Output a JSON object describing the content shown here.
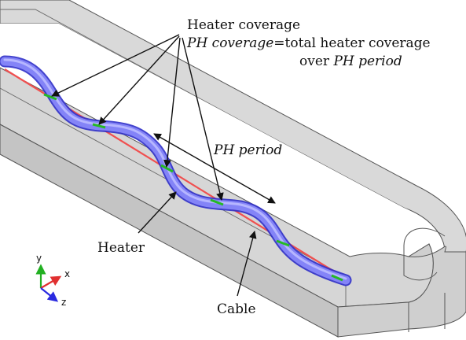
{
  "annotations": {
    "heater_coverage": "Heater coverage",
    "ph_coverage_math": "PH coverage",
    "ph_coverage_rest": "=total heater coverage",
    "over": "over",
    "ph_period_math_1": "PH period",
    "ph_period_math_2": "PH period",
    "heater": "Heater",
    "cable": "Cable"
  },
  "axes_triad": {
    "y": "y",
    "x": "x",
    "z": "z"
  },
  "colors": {
    "rail_top": "#d7d7d7",
    "rail_side": "#c2c2c2",
    "rail_edge": "#555555",
    "heater_fill": "#7e7ef6",
    "heater_stroke": "#2f2fc8",
    "cable": "#f05050",
    "coverage_mark": "#25b925",
    "axis_y": "#22b022",
    "axis_x": "#e03030",
    "axis_z": "#2a2ae0"
  }
}
